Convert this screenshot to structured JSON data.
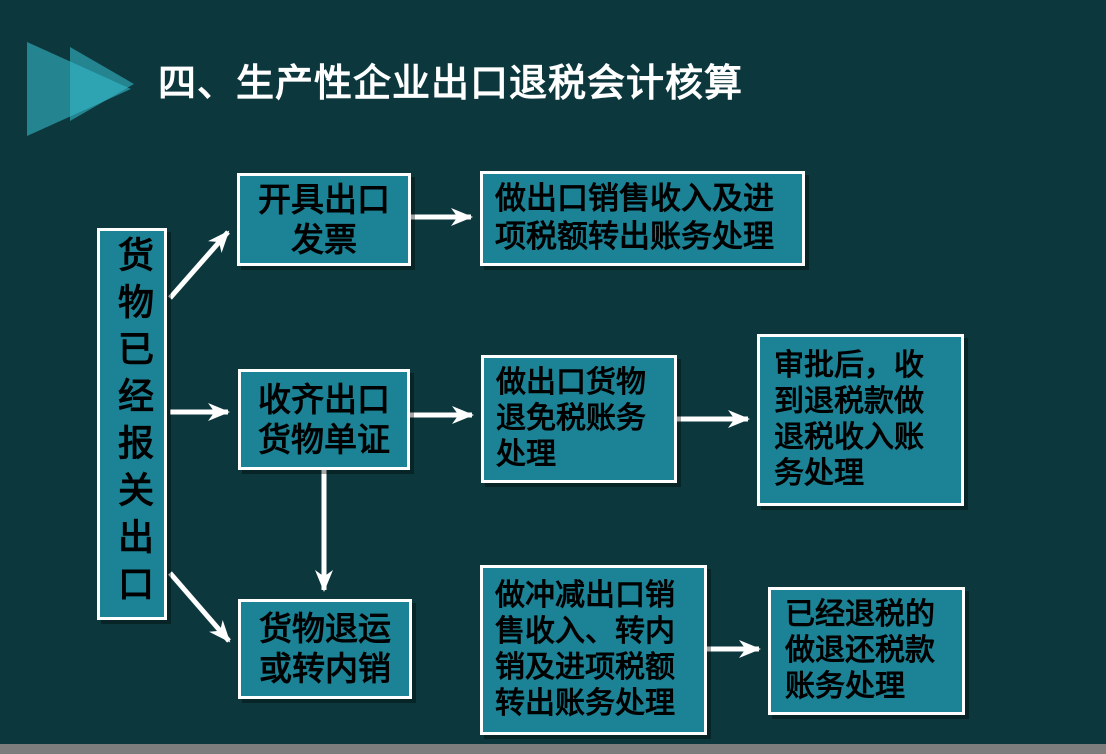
{
  "slide": {
    "title": "四、生产性企业出口退税会计核算"
  },
  "colors": {
    "background": "#0c383d",
    "box_fill": "#1b8395",
    "box_border": "#ffffff",
    "box_text": "#000000",
    "title_text": "#ffffff",
    "arrow": "#ffffff",
    "accent_triangle": "#35bccd",
    "footer_bar": "#7d7d7d"
  },
  "icons": {
    "title_bullet": "double-right-triangles"
  },
  "flowchart": {
    "source_node": {
      "label": "货物已经报关出口"
    },
    "rows": [
      {
        "step": {
          "label": "开具出口\n发票"
        },
        "outcome": {
          "label": "做出口销售收入及进\n项税额转出账务处理"
        }
      },
      {
        "step": {
          "label": "收齐出口\n货物单证"
        },
        "outcome": {
          "label": "做出口货物\n退免税账务\n处理"
        },
        "final": {
          "label": "审批后，收\n到退税款做\n退税收入账\n务处理"
        }
      },
      {
        "step": {
          "label": "货物退运\n或转内销"
        },
        "outcome": {
          "label": "做冲减出口销\n售收入、转内\n销及进项税额\n转出账务处理"
        },
        "final": {
          "label": "已经退税的\n做退还税款\n账务处理"
        }
      }
    ]
  }
}
